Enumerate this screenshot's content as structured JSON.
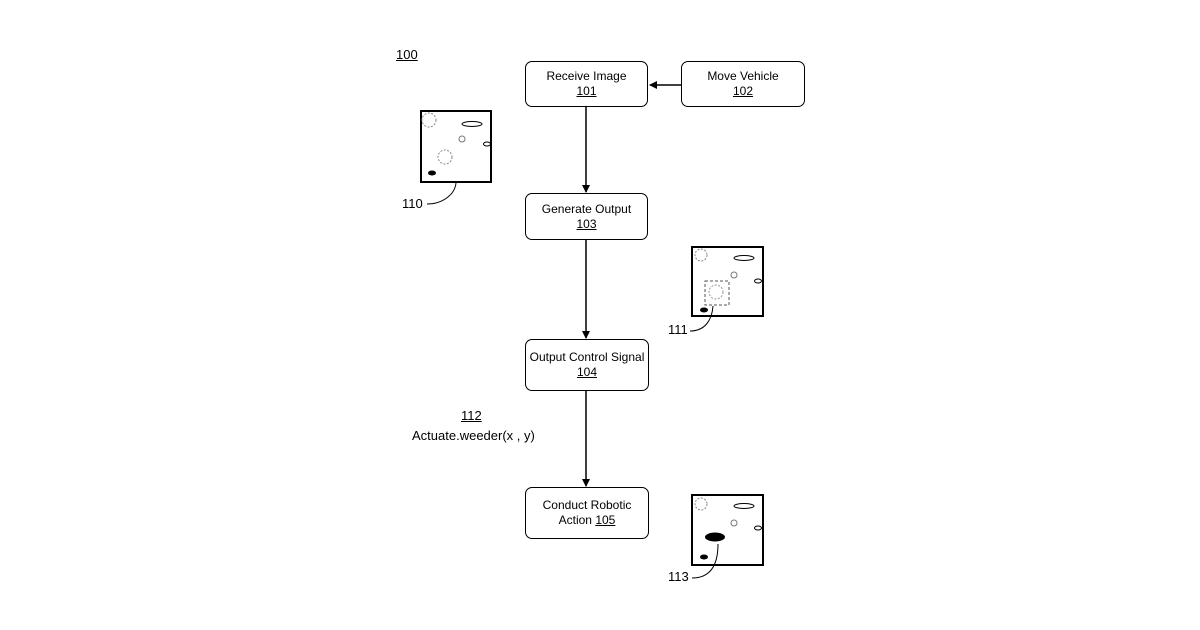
{
  "figure_ref": "100",
  "steps": [
    {
      "id": "receive_image",
      "label": "Receive Image",
      "ref": "101"
    },
    {
      "id": "move_vehicle",
      "label": "Move Vehicle",
      "ref": "102"
    },
    {
      "id": "generate_output",
      "label": "Generate Output",
      "ref": "103"
    },
    {
      "id": "output_control_signal",
      "label": "Output Control Signal",
      "ref": "104"
    },
    {
      "id": "conduct_robotic_action",
      "label_line1": "Conduct Robotic",
      "label_line2": "Action",
      "ref": "105"
    }
  ],
  "images": [
    {
      "ref": "110"
    },
    {
      "ref": "111"
    },
    {
      "ref": "113"
    }
  ],
  "annotation": {
    "ref": "112",
    "code": "Actuate.weeder(x , y)"
  }
}
